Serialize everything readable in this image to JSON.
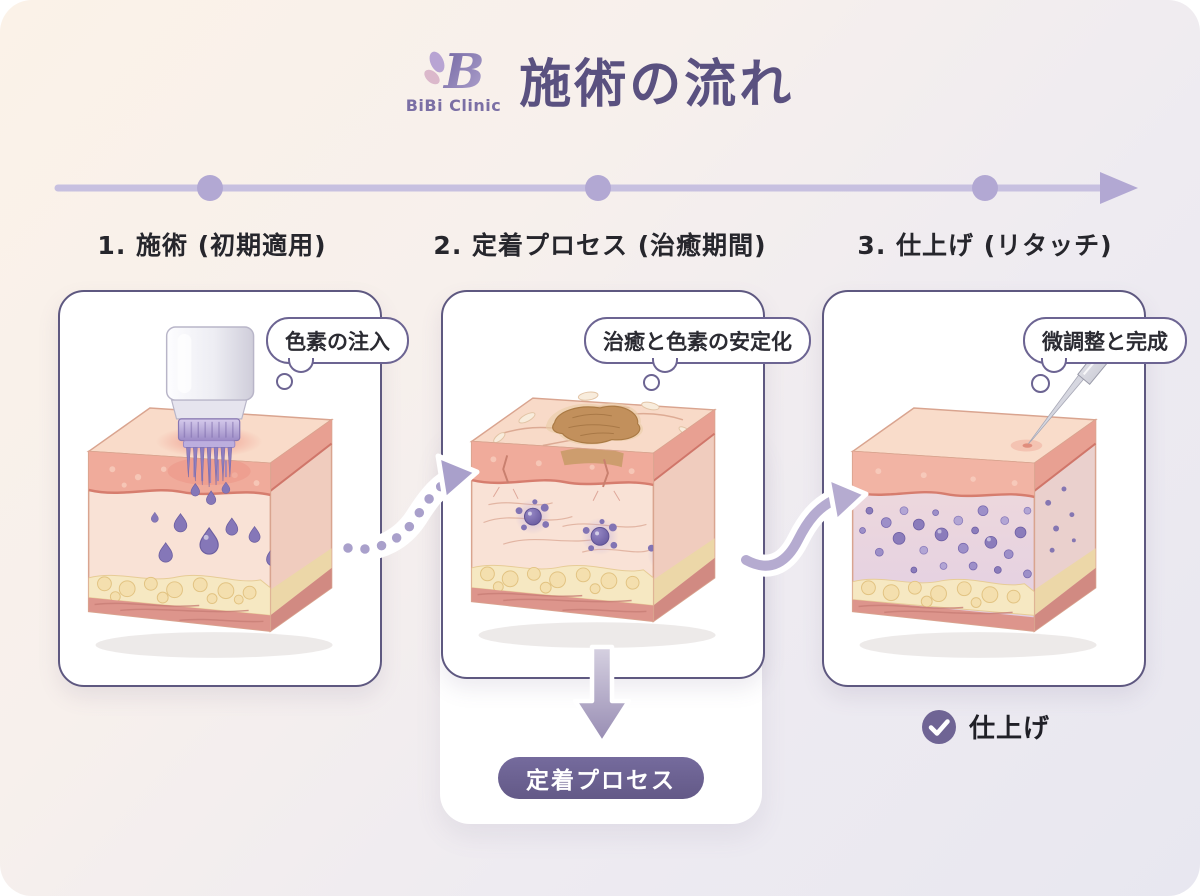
{
  "brand": {
    "name": "BiBi Clinic"
  },
  "header": {
    "title": "施術の流れ"
  },
  "steps": [
    {
      "label": "1. 施術 (初期適用)",
      "bubble": "色素の注入",
      "illustration": "microneedle-device-injecting-pigment-into-skin-cross-section"
    },
    {
      "label": "2. 定着プロセス (治癒期間)",
      "bubble": "治癒と色素の安定化",
      "illustration": "healing-skin-with-scab-flakes-and-pigment-clusters"
    },
    {
      "label": "3. 仕上げ (リタッチ)",
      "bubble": "微調整と完成",
      "illustration": "finished-skin-with-stabilized-pigment-and-retouch-needle"
    }
  ],
  "process_flow": {
    "settle_button": "定着プロセス",
    "finish_label": "仕上げ"
  },
  "colors": {
    "accent": "#6b6190",
    "title": "#5a5180",
    "timeline": "#b2a8d3",
    "card_border": "#5e5880",
    "pigment": "#8577b8"
  }
}
